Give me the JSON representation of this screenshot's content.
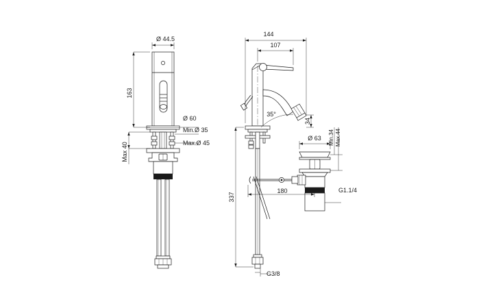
{
  "drawing": {
    "type": "technical-dimension-drawing",
    "subject": "single-lever bidet mixer tap with pop-up waste",
    "background_color": "#ffffff",
    "line_color": "#1a1a1a",
    "views": [
      {
        "id": "front-view",
        "label": "",
        "position": "left"
      },
      {
        "id": "side-view",
        "label": "",
        "position": "right"
      },
      {
        "id": "waste-detail",
        "label": "",
        "position": "right-lower"
      }
    ]
  },
  "dimensions": {
    "front_view": {
      "body_diameter": "Ø 44.5",
      "spout_height": "163",
      "base_diameter": "Ø 60",
      "hole_min": "Min.Ø 35",
      "hole_max": "Max.Ø 45",
      "deck_thickness": "Max 40"
    },
    "side_view": {
      "overall_reach": "144",
      "spout_reach": "107",
      "spout_angle": "35°",
      "aerator_offset": "34",
      "total_height": "337"
    },
    "waste_detail": {
      "flange_diameter": "Ø 63",
      "basin_min": "Min.34",
      "basin_max": "Max.44",
      "waste_thread": "G1.1/4",
      "rod_offset": "180"
    },
    "supply": {
      "connection_thread": "G3/8"
    }
  }
}
